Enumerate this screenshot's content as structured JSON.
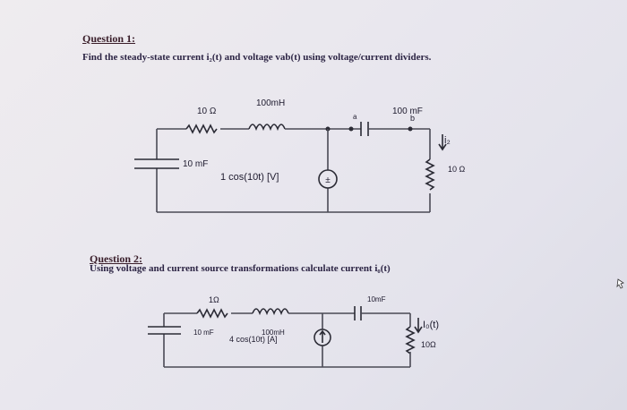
{
  "q1": {
    "heading": "Question 1:",
    "text": "Find the steady-state current i₂(t) and voltage vab(t) using voltage/current dividers.",
    "labels": {
      "r1": "10 Ω",
      "l1": "100mH",
      "c_left": "10 mF",
      "source": "1 cos(10t) [V]",
      "node_a": "a",
      "node_b": "b",
      "c_right": "100 mF",
      "current": "i₂",
      "r_right": "10 Ω",
      "source_symbol": "±"
    }
  },
  "q2": {
    "heading": "Question 2:",
    "text": "Using voltage and current source transformations calculate current i₀(t)",
    "labels": {
      "r1": "1Ω",
      "l1": "100mH",
      "c_left": "10 mF",
      "source": "4 cos(10t) [A]",
      "c_right": "10mF",
      "current": "I₀(t)",
      "r_right": "10Ω"
    }
  }
}
